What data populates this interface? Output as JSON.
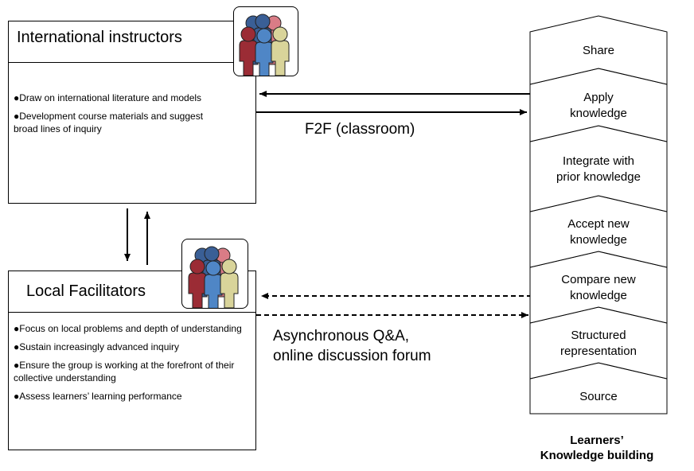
{
  "instructors": {
    "title": "International instructors",
    "bullets": [
      "Draw on international literature and models",
      "Development course materials and suggest broad lines of inquiry"
    ]
  },
  "facilitators": {
    "title": "Local Facilitators",
    "bullets": [
      "Focus on local problems and depth of understanding",
      "Sustain increasingly advanced inquiry",
      "Ensure the group is working at the forefront of their collective understanding",
      "Assess learners’ learning performance"
    ]
  },
  "links": {
    "f2f": "F2F (classroom)",
    "async_line1": "Asynchronous Q&A,",
    "async_line2": "online discussion forum"
  },
  "stages": [
    {
      "line1": "Share",
      "line2": ""
    },
    {
      "line1": "Apply",
      "line2": "knowledge"
    },
    {
      "line1": "Integrate with",
      "line2": "prior knowledge"
    },
    {
      "line1": "Accept new",
      "line2": "knowledge"
    },
    {
      "line1": "Compare new",
      "line2": "knowledge"
    },
    {
      "line1": "Structured",
      "line2": "representation"
    },
    {
      "line1": "Source",
      "line2": ""
    }
  ],
  "caption": {
    "line1": "Learners’",
    "line2": "Knowledge building"
  },
  "colors": {
    "person_red": "#9b2c35",
    "person_pink": "#d97c86",
    "person_blue": "#4f86c6",
    "person_navy": "#3a5f96",
    "person_tan": "#d9d49a"
  },
  "icons": [
    "people-group-icon"
  ]
}
